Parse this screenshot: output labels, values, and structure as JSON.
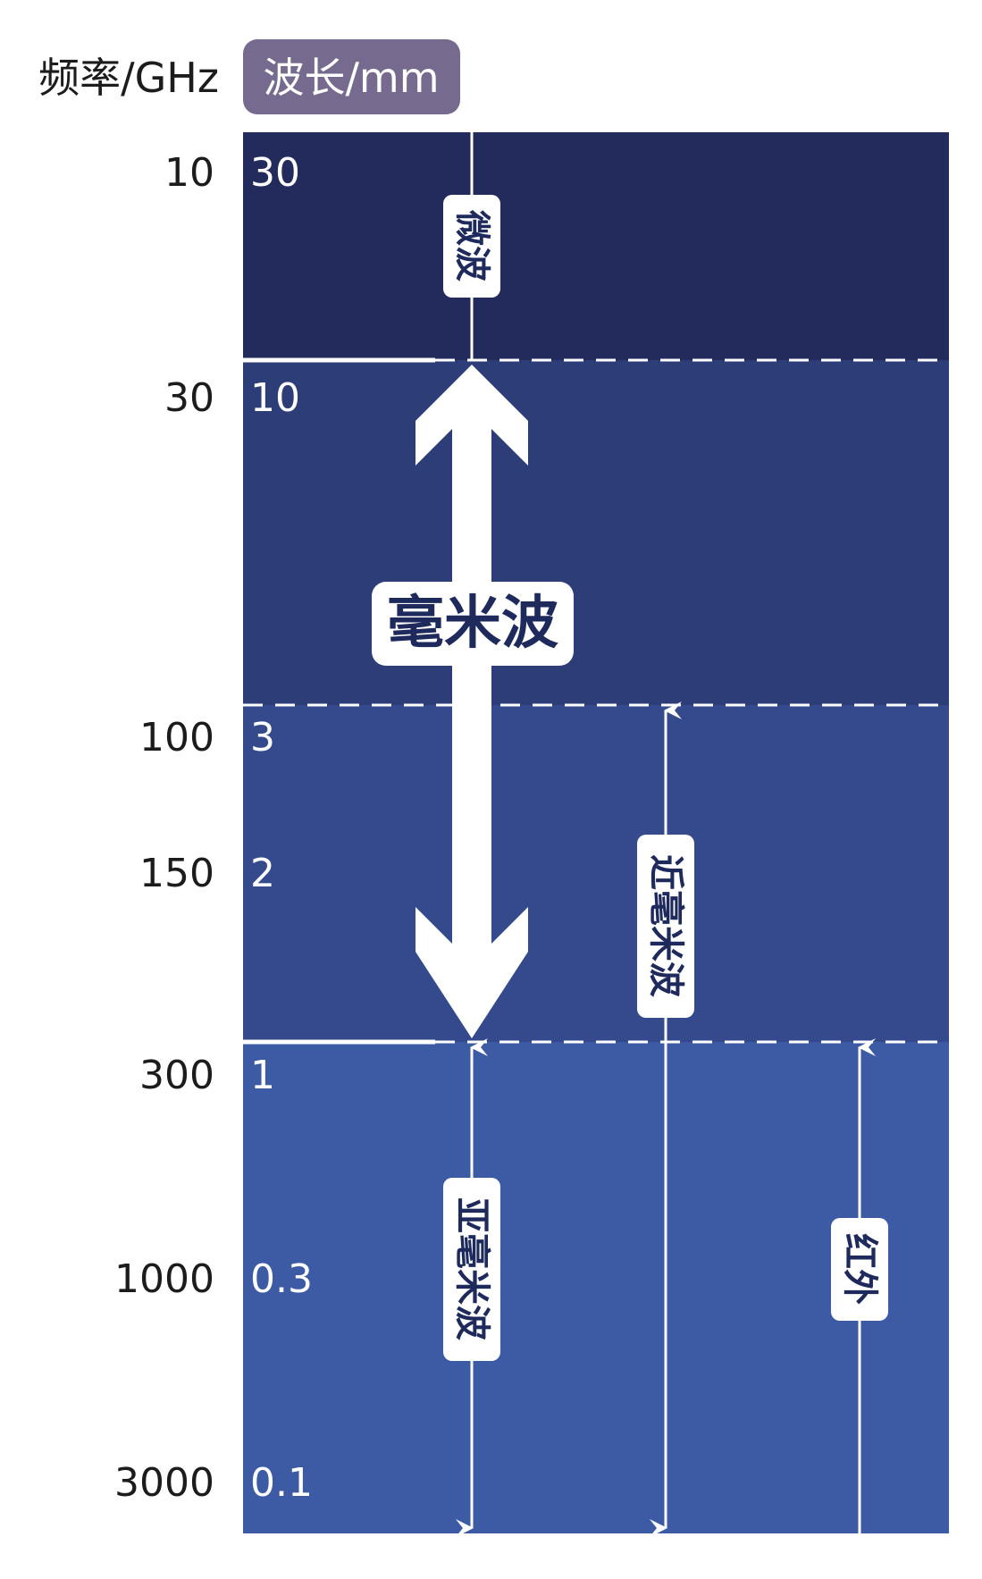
{
  "header": {
    "frequency_label": "频率/GHz",
    "wavelength_label": "波长/mm"
  },
  "colors": {
    "band1": "#222b5c",
    "band2": "#2d3d78",
    "band3": "#344a8c",
    "band4": "#3d5ba5",
    "header_badge": "#776a8f",
    "label_text": "#1f2a5c"
  },
  "ticks": [
    {
      "frequency": "10",
      "wavelength": "30"
    },
    {
      "frequency": "30",
      "wavelength": "10"
    },
    {
      "frequency": "100",
      "wavelength": "3"
    },
    {
      "frequency": "150",
      "wavelength": "2"
    },
    {
      "frequency": "300",
      "wavelength": "1"
    },
    {
      "frequency": "1000",
      "wavelength": "0.3"
    },
    {
      "frequency": "3000",
      "wavelength": "0.1"
    }
  ],
  "bands": {
    "microwave": "微波",
    "millimeter_wave": "毫米波",
    "near_millimeter_wave": "近毫米波",
    "submillimeter_wave": "亚毫米波",
    "infrared": "红外"
  }
}
